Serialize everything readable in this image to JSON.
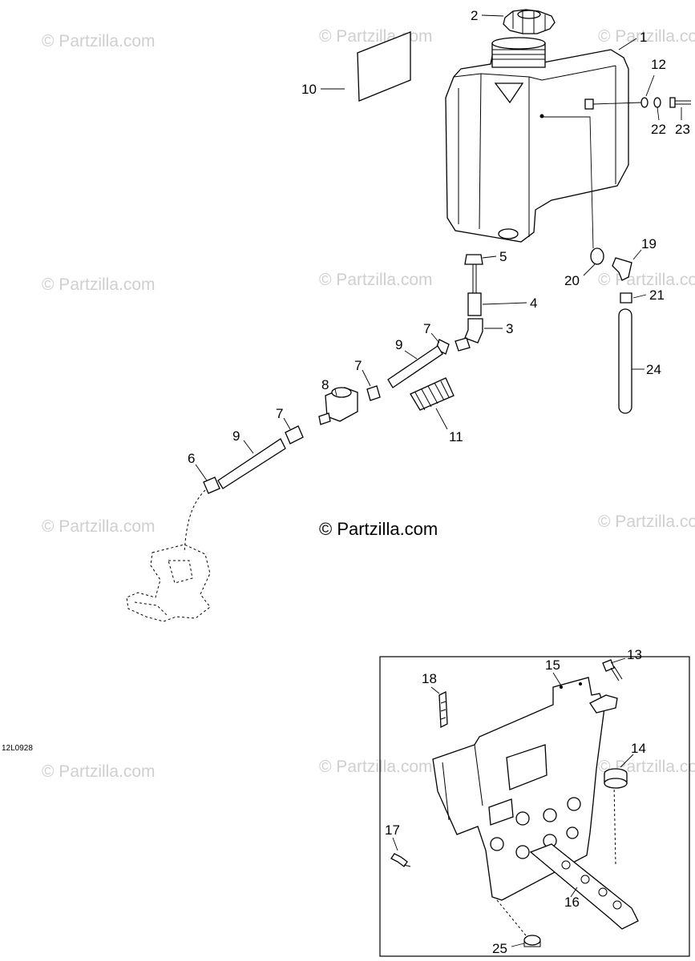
{
  "diagram": {
    "figure_code": "12L0928",
    "credit": "© Partzilla.com",
    "watermark": "© Partzilla.com",
    "callouts": {
      "n1": "1",
      "n2": "2",
      "n3": "3",
      "n4": "4",
      "n5": "5",
      "n6": "6",
      "n7a": "7",
      "n7b": "7",
      "n7c": "7",
      "n8": "8",
      "n9a": "9",
      "n9b": "9",
      "n10": "10",
      "n11": "11",
      "n12": "12",
      "n13": "13",
      "n14": "14",
      "n15": "15",
      "n16": "16",
      "n17": "17",
      "n18": "18",
      "n19": "19",
      "n20": "20",
      "n21": "21",
      "n22": "22",
      "n23": "23",
      "n24": "24",
      "n25": "25"
    }
  }
}
